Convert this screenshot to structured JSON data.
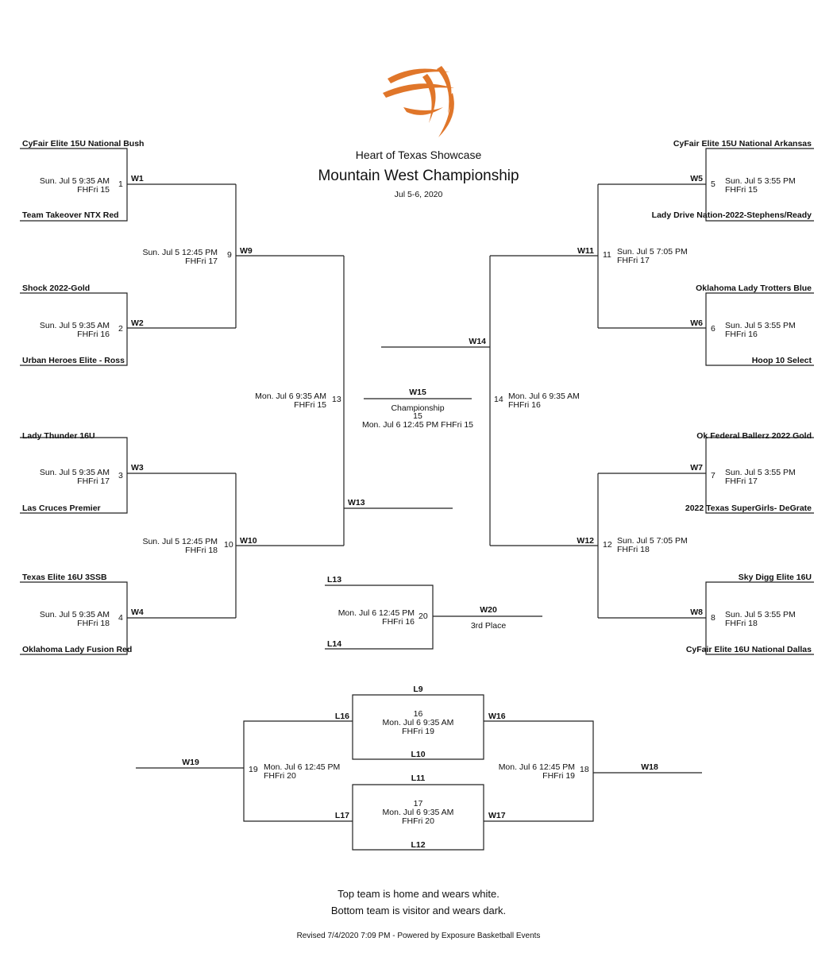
{
  "header": {
    "event": "Heart of Texas Showcase",
    "title": "Mountain West Championship",
    "dates": "Jul 5-6, 2020"
  },
  "colors": {
    "logo": "#e0762a",
    "lines": "#222222"
  },
  "teams": {
    "g1_top": "CyFair Elite 15U National Bush",
    "g1_bot": "Team Takeover NTX Red",
    "g2_top": "Shock 2022-Gold",
    "g2_bot": "Urban Heroes Elite - Ross",
    "g3_top": "Lady Thunder 16U",
    "g3_bot": "Las Cruces Premier",
    "g4_top": "Texas Elite 16U 3SSB",
    "g4_bot": "Oklahoma Lady Fusion Red",
    "g5_top": "CyFair Elite 15U National Arkansas",
    "g5_bot": "Lady Drive Nation-2022-Stephens/Ready",
    "g6_top": "Oklahoma Lady Trotters Blue",
    "g6_bot": "Hoop 10 Select",
    "g7_top": "Ok Federal Ballerz 2022 Gold",
    "g7_bot": "2022 Texas SuperGirls- DeGrate",
    "g8_top": "Sky Digg Elite 16U",
    "g8_bot": "CyFair Elite 16U National Dallas"
  },
  "games": {
    "g1": {
      "num": "1",
      "time": "Sun. Jul 5 9:35 AM",
      "court": "FHFri 15",
      "winner": "W1"
    },
    "g2": {
      "num": "2",
      "time": "Sun. Jul 5 9:35 AM",
      "court": "FHFri 16",
      "winner": "W2"
    },
    "g3": {
      "num": "3",
      "time": "Sun. Jul 5 9:35 AM",
      "court": "FHFri 17",
      "winner": "W3"
    },
    "g4": {
      "num": "4",
      "time": "Sun. Jul 5 9:35 AM",
      "court": "FHFri 18",
      "winner": "W4"
    },
    "g5": {
      "num": "5",
      "time": "Sun. Jul 5 3:55 PM",
      "court": "FHFri 15",
      "winner": "W5"
    },
    "g6": {
      "num": "6",
      "time": "Sun. Jul 5 3:55 PM",
      "court": "FHFri 16",
      "winner": "W6"
    },
    "g7": {
      "num": "7",
      "time": "Sun. Jul 5 3:55 PM",
      "court": "FHFri 17",
      "winner": "W7"
    },
    "g8": {
      "num": "8",
      "time": "Sun. Jul 5 3:55 PM",
      "court": "FHFri 18",
      "winner": "W8"
    },
    "g9": {
      "num": "9",
      "time": "Sun. Jul 5 12:45 PM",
      "court": "FHFri 17",
      "winner": "W9"
    },
    "g10": {
      "num": "10",
      "time": "Sun. Jul 5 12:45 PM",
      "court": "FHFri 18",
      "winner": "W10"
    },
    "g11": {
      "num": "11",
      "time": "Sun. Jul 5 7:05 PM",
      "court": "FHFri 17",
      "winner": "W11"
    },
    "g12": {
      "num": "12",
      "time": "Sun. Jul 5 7:05 PM",
      "court": "FHFri 18",
      "winner": "W12"
    },
    "g13": {
      "num": "13",
      "time": "Mon. Jul 6 9:35 AM",
      "court": "FHFri 15",
      "winner": "W13"
    },
    "g14": {
      "num": "14",
      "time": "Mon. Jul 6 9:35 AM",
      "court": "FHFri 16",
      "winner": "W14"
    },
    "g15": {
      "num": "15",
      "time": "Mon. Jul 6 12:45 PM FHFri 15",
      "label": "Championship",
      "winner": "W15"
    },
    "g16": {
      "num": "16",
      "time": "Mon. Jul 6 9:35 AM",
      "court": "FHFri 19",
      "top": "L9",
      "bot": "L10",
      "winner": "W16"
    },
    "g17": {
      "num": "17",
      "time": "Mon. Jul 6 9:35 AM",
      "court": "FHFri 20",
      "top": "L11",
      "bot": "L12",
      "winner": "W17"
    },
    "g18": {
      "num": "18",
      "time": "Mon. Jul 6 12:45 PM",
      "court": "FHFri 19",
      "winner": "W18"
    },
    "g19": {
      "num": "19",
      "time": "Mon. Jul 6 12:45 PM",
      "court": "FHFri 20",
      "top": "L16",
      "bot": "L17",
      "winner": "W19"
    },
    "g20": {
      "num": "20",
      "time": "Mon. Jul 6 12:45 PM",
      "court": "FHFri 16",
      "top": "L13",
      "bot": "L14",
      "label": "3rd Place",
      "winner": "W20"
    }
  },
  "notes": {
    "line1": "Top team is home and wears white.",
    "line2": "Bottom team is visitor and wears dark."
  },
  "footer": "Revised 7/4/2020 7:09 PM - Powered by Exposure Basketball Events"
}
